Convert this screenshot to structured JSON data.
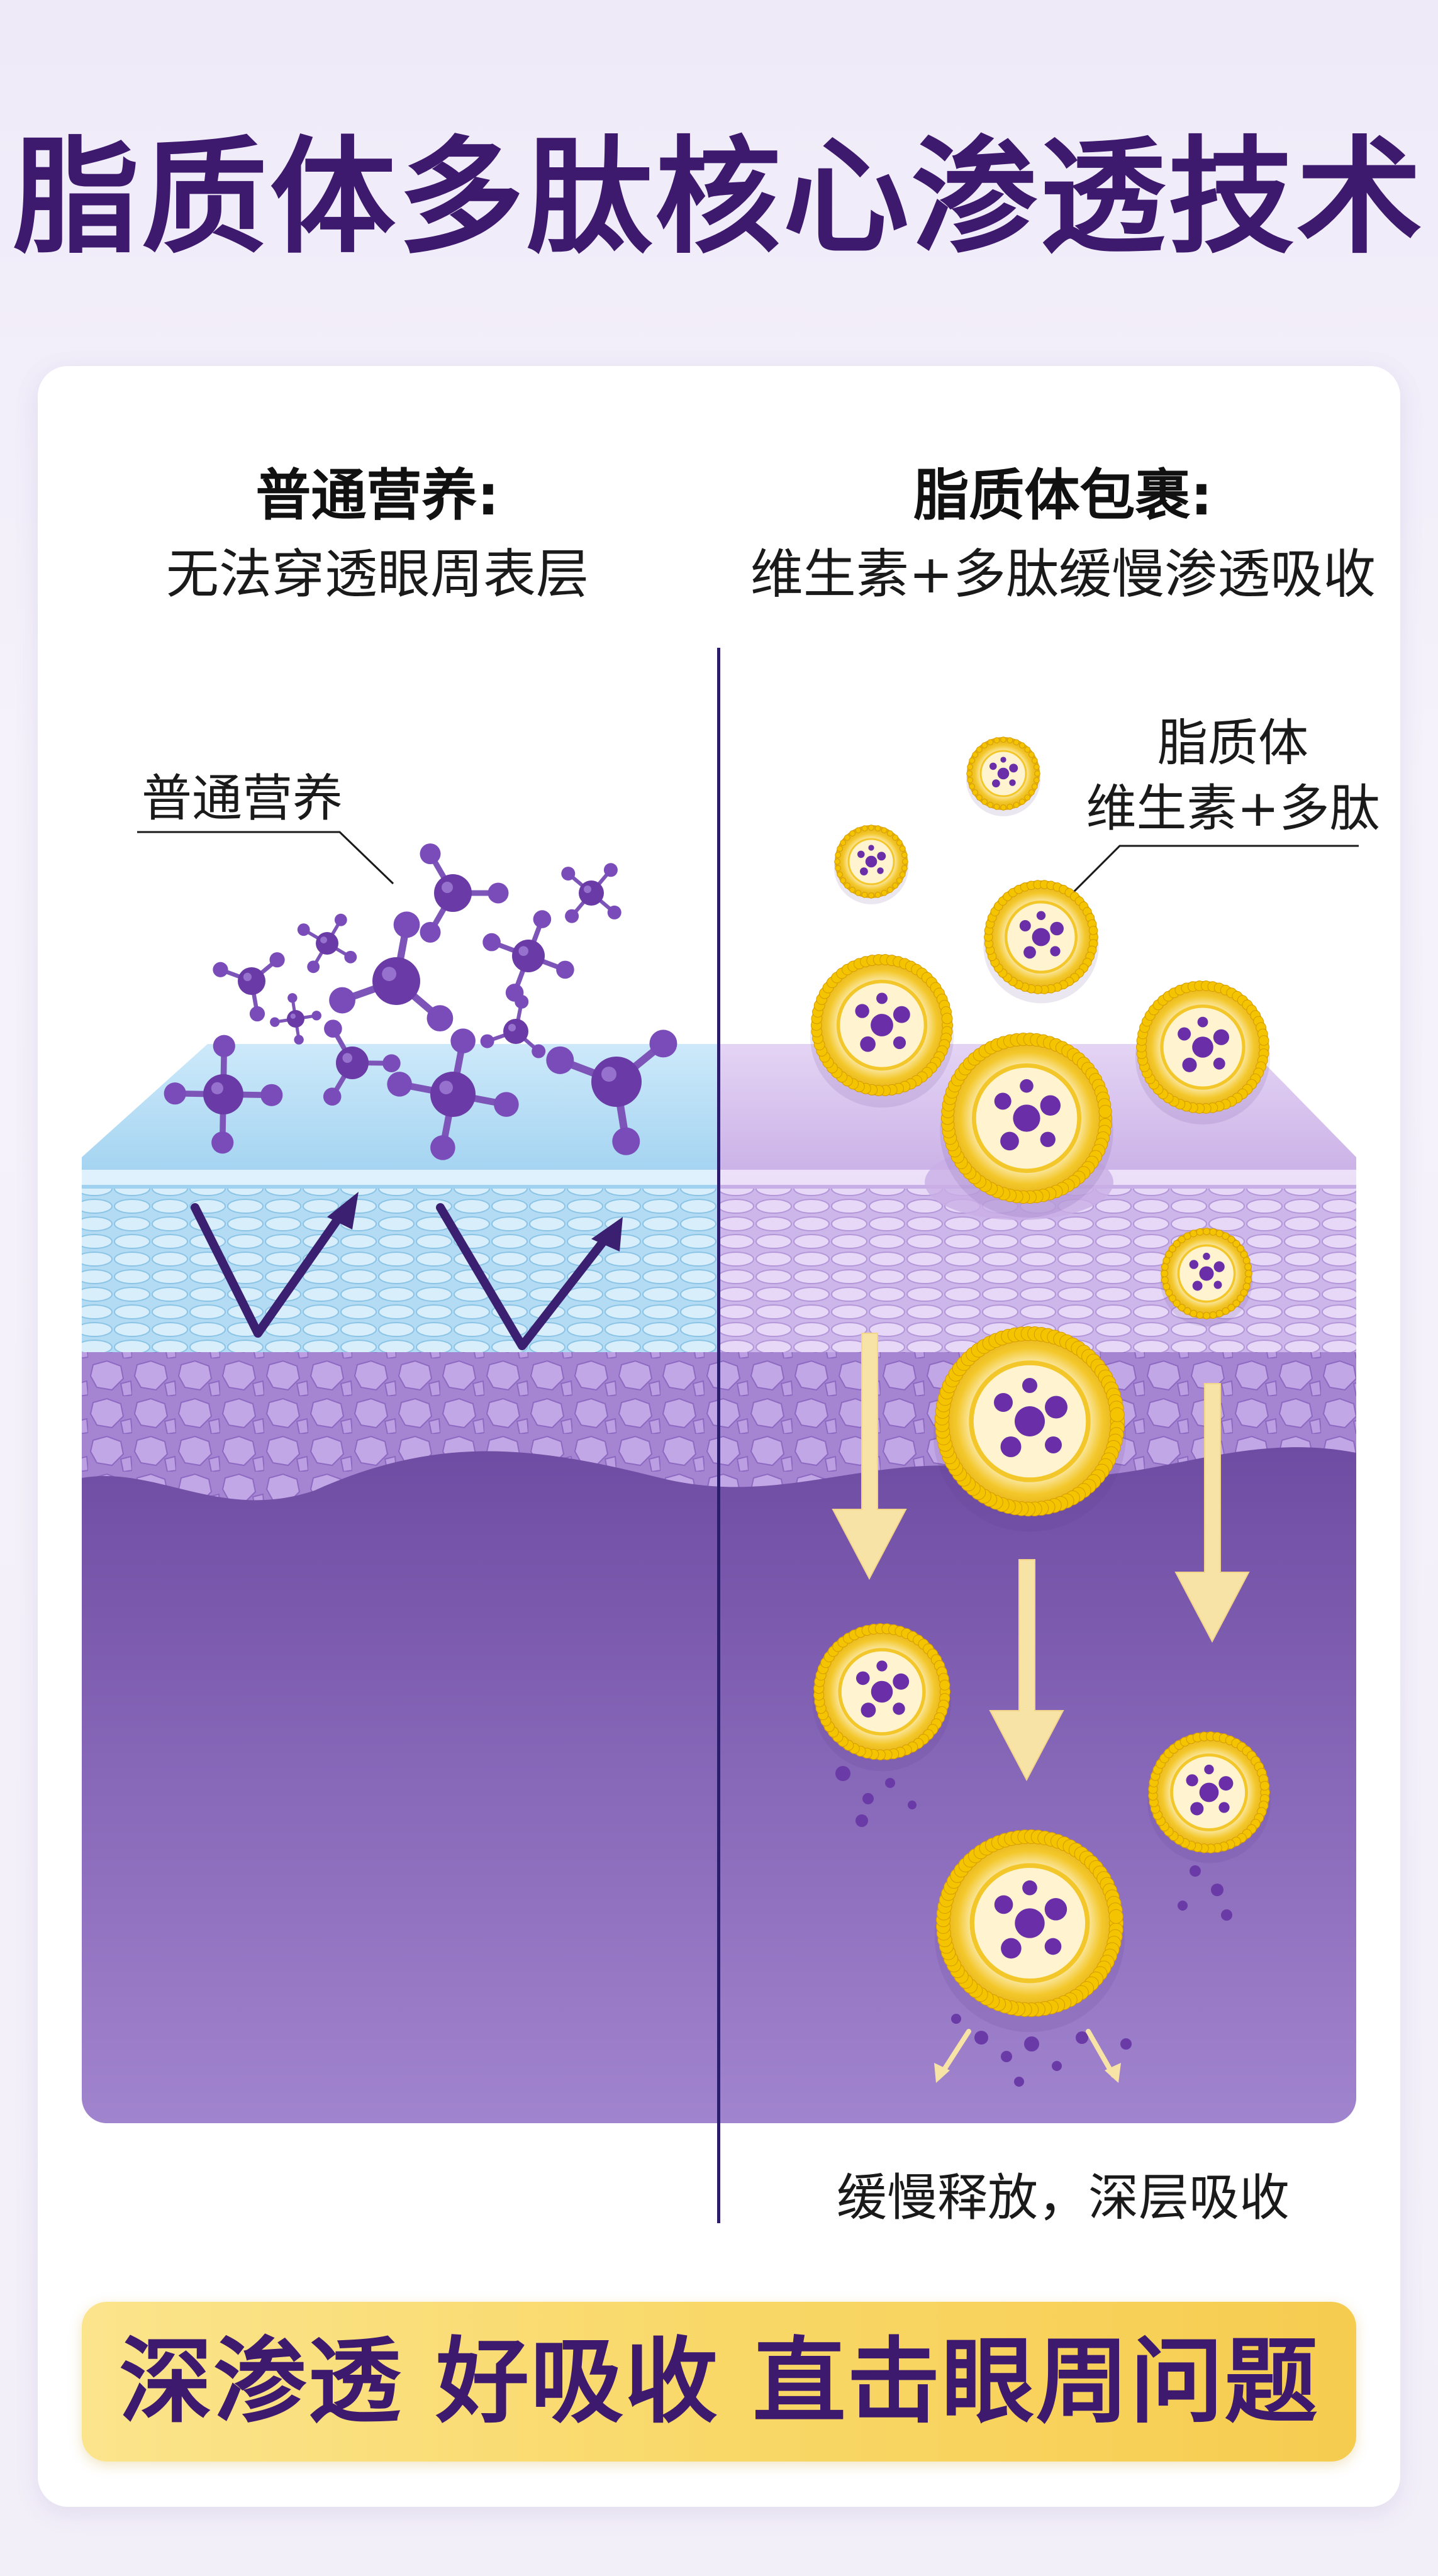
{
  "title": "脂质体多肽核心渗透技术",
  "left": {
    "heading": "普通营养:",
    "subheading": "无法穿透眼周表层",
    "callout": "普通营养"
  },
  "right": {
    "heading": "脂质体包裹:",
    "subheading": "维生素+多肽缓慢渗透吸收",
    "callout_line1": "脂质体",
    "callout_line2": "维生素+多肽",
    "bottom_caption": "缓慢释放，深层吸收"
  },
  "banner": "深渗透 好吸收 直击眼周问题",
  "colors": {
    "title": "#3d1a6e",
    "skin_blue": "#bfe0f5",
    "skin_lavender": "#d9c6ee",
    "dermis_purple": "#7a5ab0",
    "molecule": "#6a3aa6",
    "liposome": "#f2c21c",
    "arrow_down": "#f8e3a6",
    "banner": "#f9d868"
  },
  "icons": [
    "molecule-icon",
    "liposome-icon",
    "bounce-arrow-icon",
    "down-arrow-icon"
  ]
}
